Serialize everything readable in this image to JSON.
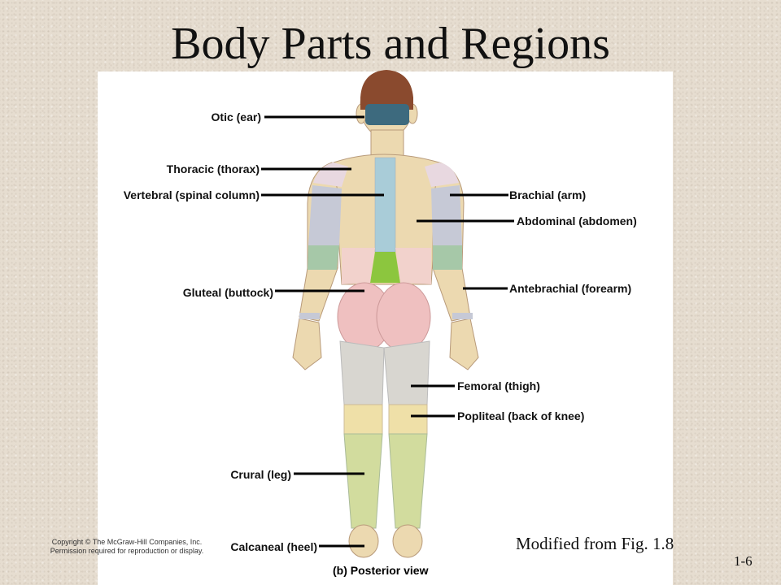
{
  "slide": {
    "title": "Body Parts and Regions",
    "modified_note": "Modified from Fig. 1.8",
    "page_number": "1-6",
    "copyright": "Copyright © The McGraw-Hill Companies, Inc. Permission required for reproduction or display."
  },
  "figure": {
    "caption": "(b) Posterior view",
    "labels": {
      "otic": "Otic (ear)",
      "thoracic": "Thoracic (thorax)",
      "vertebral": "Vertebral (spinal column)",
      "gluteal": "Gluteal (buttock)",
      "crural": "Crural (leg)",
      "calcaneal": "Calcaneal (heel)",
      "brachial": "Brachial (arm)",
      "abdominal": "Abdominal (abdomen)",
      "antebrachial": "Antebrachial (forearm)",
      "femoral": "Femoral (thigh)",
      "popliteal": "Popliteal (back of knee)"
    },
    "colors": {
      "skin": "#ecd9b0",
      "hair": "#8a4a2e",
      "otic_region": "#3d6a7e",
      "vertebral_region": "#a9ccd8",
      "lumbar_region": "#8cc63e",
      "gluteal_region": "#efc0c0",
      "arm_region": "#c6c9d6",
      "forearm_region": "#a6c8a8",
      "thigh_region": "#d8d6d0",
      "knee_region": "#efe0a8",
      "leg_region": "#d2dc9e",
      "leader_line": "#000000"
    }
  }
}
